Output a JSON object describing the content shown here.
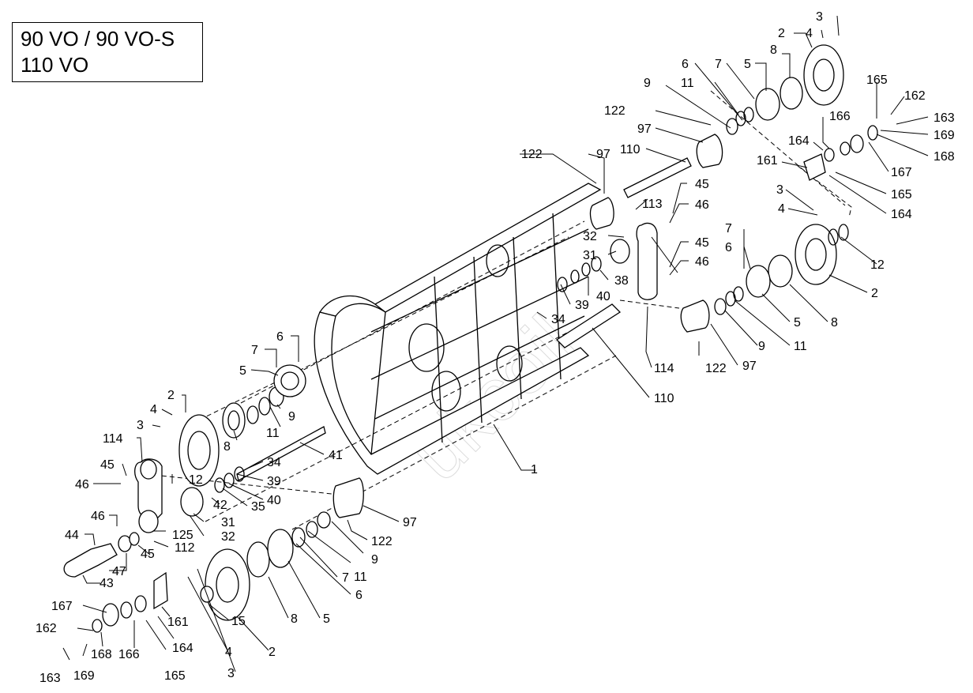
{
  "title_lines": [
    "90 VO / 90 VO-S",
    "110 VO"
  ],
  "watermark": "ukcoil",
  "callouts": [
    "1",
    "2",
    "2",
    "2",
    "2",
    "3",
    "3",
    "3",
    "3",
    "4",
    "4",
    "4",
    "4",
    "5",
    "5",
    "5",
    "5",
    "6",
    "6",
    "6",
    "6",
    "7",
    "7",
    "7",
    "7",
    "8",
    "8",
    "8",
    "8",
    "9",
    "9",
    "9",
    "9",
    "11",
    "11",
    "11",
    "11",
    "12",
    "12",
    "15",
    "31",
    "31",
    "32",
    "32",
    "34",
    "34",
    "35",
    "38",
    "39",
    "39",
    "40",
    "40",
    "41",
    "42",
    "43",
    "44",
    "45",
    "45",
    "45",
    "45",
    "46",
    "46",
    "46",
    "46",
    "47",
    "97",
    "97",
    "97",
    "97",
    "110",
    "110",
    "112",
    "113",
    "114",
    "114",
    "122",
    "122",
    "122",
    "122",
    "125",
    "161",
    "161",
    "162",
    "162",
    "163",
    "163",
    "164",
    "164",
    "164",
    "165",
    "165",
    "165",
    "166",
    "166",
    "167",
    "167",
    "168",
    "168",
    "169",
    "169"
  ]
}
